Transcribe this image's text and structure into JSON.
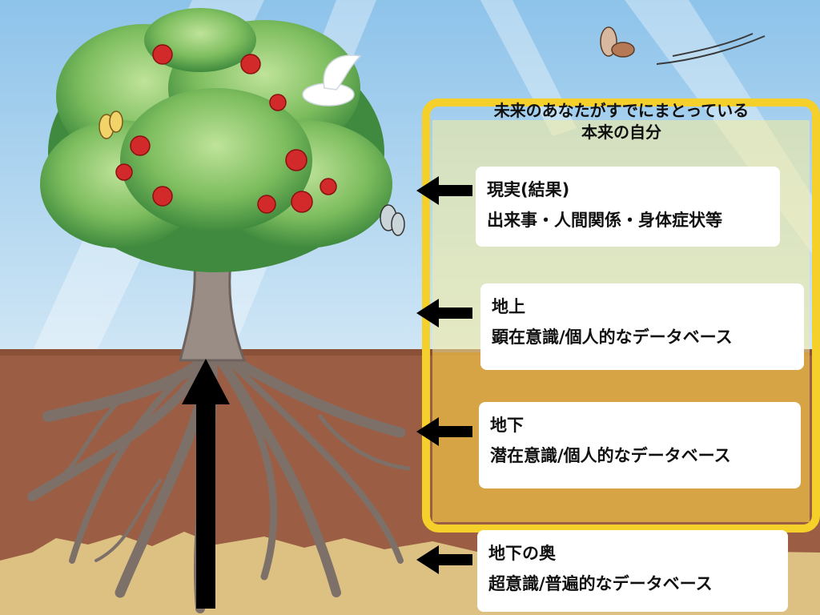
{
  "panel": {
    "title_line1": "未来のあなたがすでにまとっている",
    "title_line2": "本来の自分"
  },
  "layers": [
    {
      "line1": "現実(結果)",
      "line2": "出来事・人間関係・身体症状等"
    },
    {
      "line1": "地上",
      "line2": "顕在意識/個人的なデータベース"
    },
    {
      "line1": "地下",
      "line2": "潜在意識/個人的なデータベース"
    },
    {
      "line1": "地下の奥",
      "line2": "超意識/普遍的なデータベース"
    }
  ],
  "colors": {
    "sky": "#a9d4ef",
    "soil": "#9b5e44",
    "deep_soil": "#ddc183",
    "panel_border": "#f5cf2a",
    "arrow": "#000000"
  }
}
